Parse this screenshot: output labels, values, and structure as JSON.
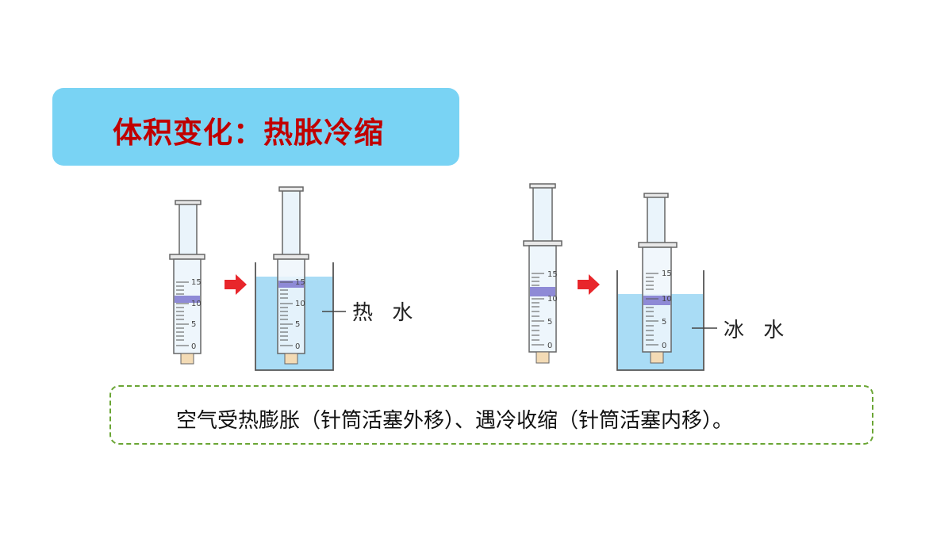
{
  "title": "体积变化：热胀冷缩",
  "caption": "空气受热膨胀（针筒活塞外移）、遇冷收缩（针筒活塞内移）。",
  "labels": {
    "hot_water": "热 水",
    "ice_water": "冰 水"
  },
  "scale_ticks": [
    "15",
    "10",
    "5",
    "0"
  ],
  "colors": {
    "title_bg": "#79d3f4",
    "title_text": "#c00000",
    "water": "#a9dcf5",
    "plunger": "#8e8ad6",
    "arrow": "#e8262b",
    "caption_border": "#6aa534"
  }
}
